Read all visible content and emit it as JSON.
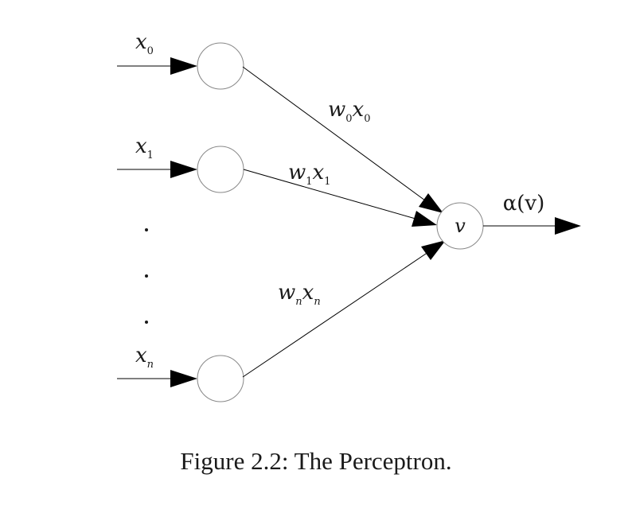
{
  "diagram": {
    "inputs": [
      {
        "var": "x",
        "sub": "0"
      },
      {
        "var": "x",
        "sub": "1"
      },
      {
        "var": "x",
        "sub": "n"
      }
    ],
    "weights": [
      {
        "w": "w",
        "w_sub": "0",
        "x": "x",
        "x_sub": "0"
      },
      {
        "w": "w",
        "w_sub": "1",
        "x": "x",
        "x_sub": "1"
      },
      {
        "w": "w",
        "w_sub": "n",
        "x": "x",
        "x_sub": "n"
      }
    ],
    "output_node_label": "v",
    "output_label": "α(v)"
  },
  "caption": "Figure 2.2: The Perceptron."
}
